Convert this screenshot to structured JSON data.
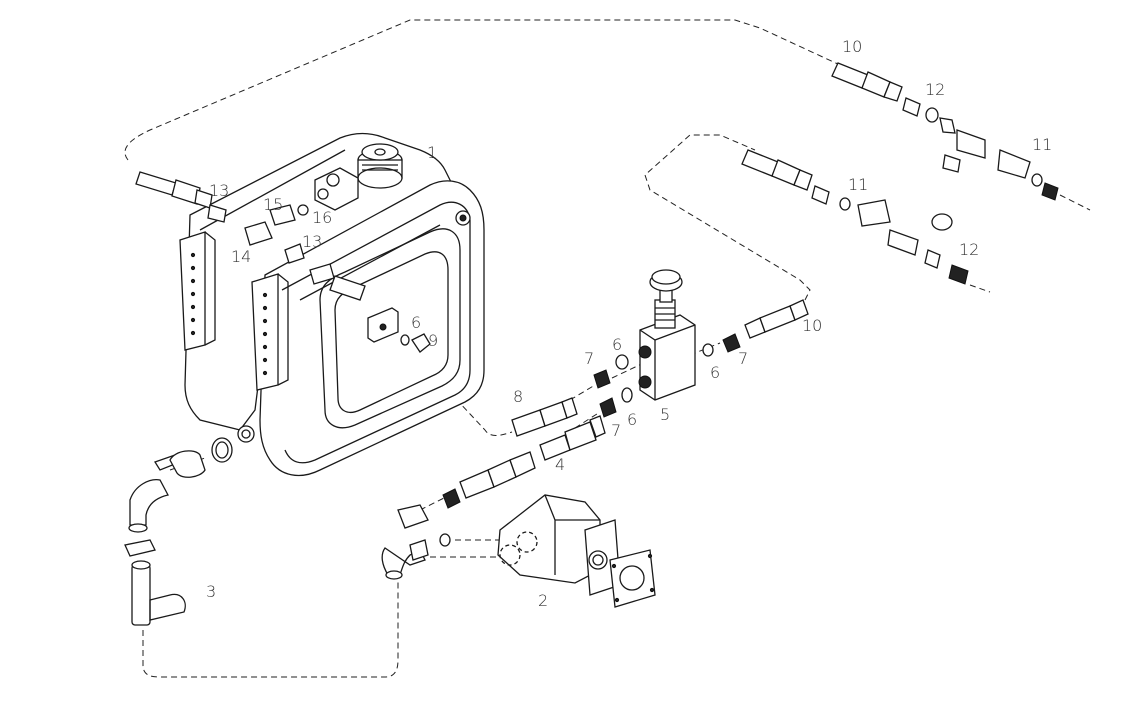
{
  "diagram": {
    "title": "Hydraulic tank kit exploded view",
    "labels": [
      {
        "id": "1",
        "text": "1"
      },
      {
        "id": "2",
        "text": "2"
      },
      {
        "id": "3",
        "text": "3"
      },
      {
        "id": "4",
        "text": "4"
      },
      {
        "id": "5",
        "text": "5"
      },
      {
        "id": "6a",
        "text": "6"
      },
      {
        "id": "6b",
        "text": "6"
      },
      {
        "id": "6c",
        "text": "6"
      },
      {
        "id": "6d",
        "text": "6"
      },
      {
        "id": "7a",
        "text": "7"
      },
      {
        "id": "7b",
        "text": "7"
      },
      {
        "id": "7c",
        "text": "7"
      },
      {
        "id": "8",
        "text": "8"
      },
      {
        "id": "9",
        "text": "9"
      },
      {
        "id": "10a",
        "text": "10"
      },
      {
        "id": "10b",
        "text": "10"
      },
      {
        "id": "11a",
        "text": "11"
      },
      {
        "id": "11b",
        "text": "11"
      },
      {
        "id": "12a",
        "text": "12"
      },
      {
        "id": "12b",
        "text": "12"
      },
      {
        "id": "13a",
        "text": "13"
      },
      {
        "id": "13b",
        "text": "13"
      },
      {
        "id": "14",
        "text": "14"
      },
      {
        "id": "15",
        "text": "15"
      },
      {
        "id": "16",
        "text": "16"
      }
    ],
    "parts": [
      {
        "number": "1",
        "name": "hydraulic-tank"
      },
      {
        "number": "2",
        "name": "gear-pump"
      },
      {
        "number": "3",
        "name": "suction-hose-with-clamp"
      },
      {
        "number": "4",
        "name": "pressure-hose"
      },
      {
        "number": "5",
        "name": "pressure-relief-valve"
      },
      {
        "number": "6",
        "name": "sealing-washer"
      },
      {
        "number": "7",
        "name": "adapter-fitting"
      },
      {
        "number": "8",
        "name": "return-hose"
      },
      {
        "number": "9",
        "name": "plug"
      },
      {
        "number": "10",
        "name": "hose"
      },
      {
        "number": "11",
        "name": "quick-coupling"
      },
      {
        "number": "12",
        "name": "bulkhead-fitting"
      },
      {
        "number": "13",
        "name": "adapter"
      },
      {
        "number": "14",
        "name": "tee-fitting"
      },
      {
        "number": "15",
        "name": "nipple"
      },
      {
        "number": "16",
        "name": "washer"
      }
    ]
  }
}
